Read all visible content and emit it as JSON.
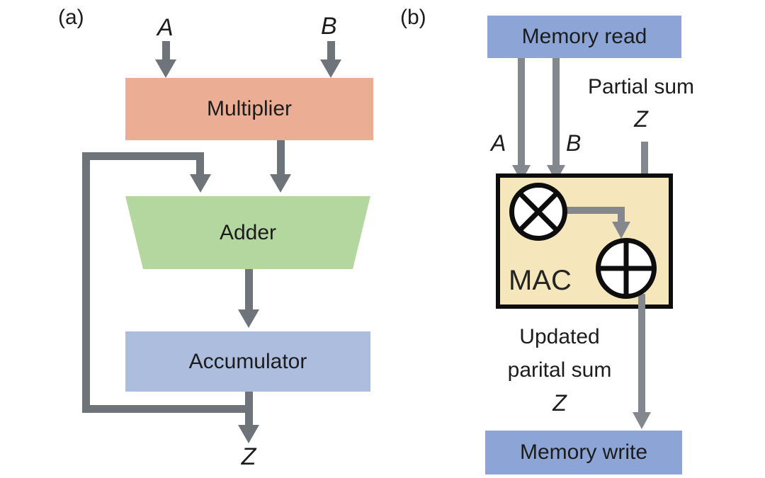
{
  "panel_a": {
    "label": "(a)",
    "input_a": "A",
    "input_b": "B",
    "multiplier_label": "Multiplier",
    "adder_label": "Adder",
    "accumulator_label": "Accumulator",
    "output_z": "Z"
  },
  "panel_b": {
    "label": "(b)",
    "memory_read_label": "Memory read",
    "input_a": "A",
    "input_b": "B",
    "partial_sum_text": "Partial sum",
    "partial_sum_z": "Z",
    "mac_label": "MAC",
    "updated_line1": "Updated",
    "updated_line2": "parital sum",
    "updated_z": "Z",
    "memory_write_label": "Memory write"
  },
  "icons": {
    "multiply_icon": "circle-cross",
    "add_icon": "circle-plus"
  },
  "colors": {
    "multiplier_fill": "#EBAD93",
    "adder_fill": "#B4D7A0",
    "accumulator_fill": "#ADBDDE",
    "memory_fill": "#8CA5D6",
    "mac_fill": "#F5E7BB",
    "arrow_gray_a": "#6F747B",
    "arrow_gray_b": "#84888E"
  }
}
